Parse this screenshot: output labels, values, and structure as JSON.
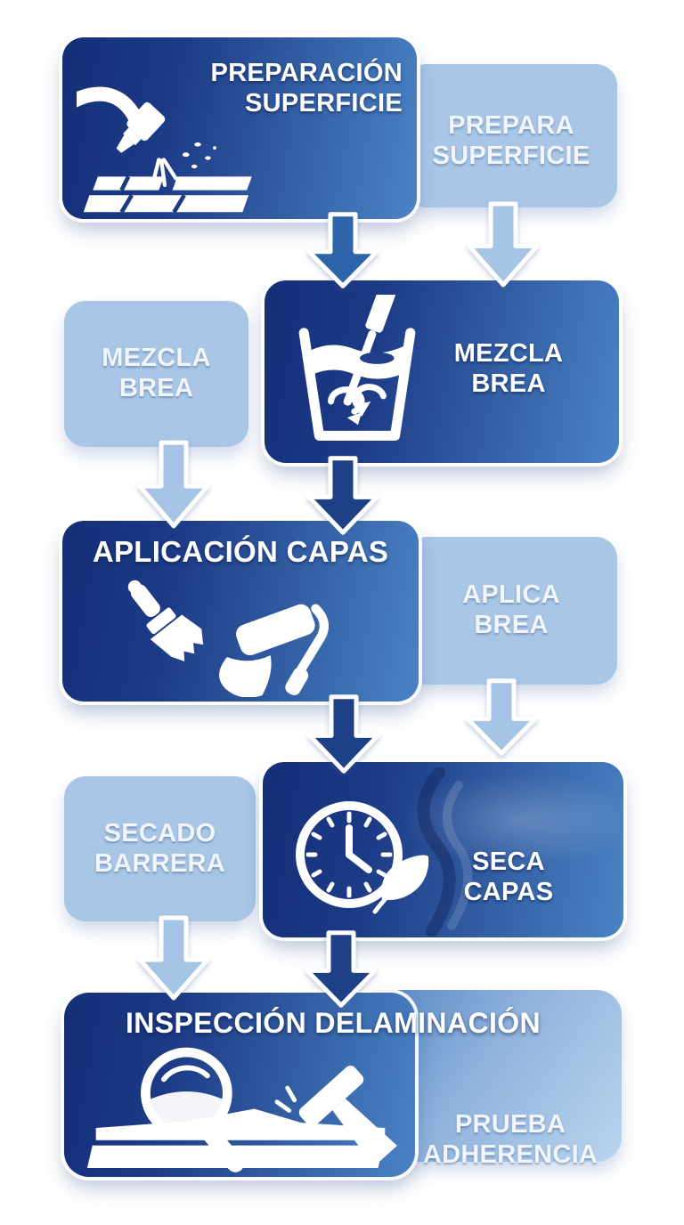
{
  "flowchart": {
    "title_semantic": "proceso de aplicación de brea / recubrimiento",
    "nodes": {
      "preparacion_superficie": {
        "style": "dark",
        "line1": "PREPARACIÓN",
        "line2": "SUPERFICIE",
        "icon": "sandblaster-icon"
      },
      "prepara_superficie": {
        "style": "light",
        "line1": "PREPARA",
        "line2": "SUPERFICIE"
      },
      "mezcla_brea_nota": {
        "style": "light",
        "line1": "MEZCLA",
        "line2": "BREA"
      },
      "mezcla_brea": {
        "style": "dark",
        "line1": "MEZCLA",
        "line2": "BREA",
        "icon": "mixing-bucket-icon"
      },
      "aplicacion_capas": {
        "style": "dark",
        "title": "APLICACIÓN CAPAS",
        "icon": "brush-roller-icon"
      },
      "aplica_brea": {
        "style": "light",
        "line1": "APLICA",
        "line2": "BREA"
      },
      "secado_barrera": {
        "style": "light",
        "line1": "SECADO",
        "line2": "BARRERA"
      },
      "seca_capas": {
        "style": "dark",
        "line1": "SECA",
        "line2": "CAPAS",
        "icon": "clock-leaf-icon"
      },
      "inspeccion_delaminacion": {
        "style": "dark",
        "title": "INSPECCIÓN DELAMINACIÓN",
        "icon": "magnifier-hammer-icon"
      },
      "prueba_adherencia": {
        "style": "light",
        "line1": "PRUEBA",
        "line2": "ADHERENCIA"
      }
    },
    "connections": [
      {
        "from": "preparacion_superficie",
        "to": "mezcla_brea",
        "color": "medium"
      },
      {
        "from": "prepara_superficie",
        "to": "mezcla_brea",
        "color": "light"
      },
      {
        "from": "mezcla_brea_nota",
        "to": "aplicacion_capas",
        "color": "light"
      },
      {
        "from": "mezcla_brea",
        "to": "aplicacion_capas",
        "color": "dark"
      },
      {
        "from": "aplicacion_capas",
        "to": "seca_capas",
        "color": "dark"
      },
      {
        "from": "aplica_brea",
        "to": "seca_capas",
        "color": "light"
      },
      {
        "from": "secado_barrera",
        "to": "inspeccion_delaminacion",
        "color": "light"
      },
      {
        "from": "seca_capas",
        "to": "inspeccion_delaminacion",
        "color": "dark"
      }
    ],
    "colors": {
      "dark_box_start": "#142F78",
      "dark_box_end": "#4A84C4",
      "light_box": "#A9C6E6",
      "light_box_deep": "#4E82BF",
      "light_box_pale": "#BAD4EE",
      "dark_arrow": "#1E4086",
      "medium_arrow": "#2E64AA",
      "light_arrow": "#A6C4E5",
      "background": "#FFFFFF",
      "text_on_dark": "#FFFFFF",
      "text_on_light": "#F1F6FC"
    }
  }
}
